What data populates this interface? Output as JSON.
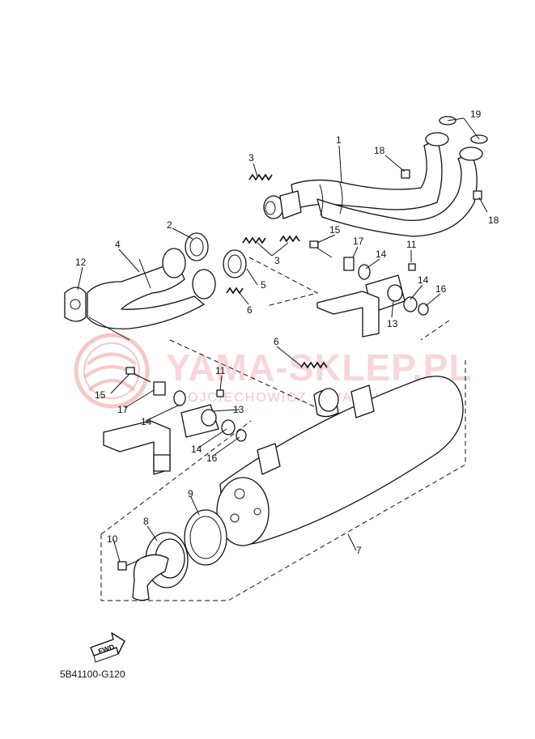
{
  "diagram_code": "5B41100-G120",
  "fwd_label": "FWD",
  "watermark": {
    "main": "YAMA-SKLEP.PL",
    "sub": "WOJCIECHOWICZ ... YAMAHA"
  },
  "callouts": [
    {
      "id": "c1",
      "text": "1"
    },
    {
      "id": "c19",
      "text": "19"
    },
    {
      "id": "c18a",
      "text": "18"
    },
    {
      "id": "c18b",
      "text": "18"
    },
    {
      "id": "c3a",
      "text": "3"
    },
    {
      "id": "c3b",
      "text": "3"
    },
    {
      "id": "c2",
      "text": "2"
    },
    {
      "id": "c4",
      "text": "4"
    },
    {
      "id": "c12",
      "text": "12"
    },
    {
      "id": "c5",
      "text": "5"
    },
    {
      "id": "c6a",
      "text": "6"
    },
    {
      "id": "c6b",
      "text": "6"
    },
    {
      "id": "c15a",
      "text": "15"
    },
    {
      "id": "c17a",
      "text": "17"
    },
    {
      "id": "c14a",
      "text": "14"
    },
    {
      "id": "c11a",
      "text": "11"
    },
    {
      "id": "c14b",
      "text": "14"
    },
    {
      "id": "c16a",
      "text": "16"
    },
    {
      "id": "c13a",
      "text": "13"
    },
    {
      "id": "c15b",
      "text": "15"
    },
    {
      "id": "c11b",
      "text": "11"
    },
    {
      "id": "c17b",
      "text": "17"
    },
    {
      "id": "c13b",
      "text": "13"
    },
    {
      "id": "c14c",
      "text": "14"
    },
    {
      "id": "c14d",
      "text": "14"
    },
    {
      "id": "c16b",
      "text": "16"
    },
    {
      "id": "c9",
      "text": "9"
    },
    {
      "id": "c8",
      "text": "8"
    },
    {
      "id": "c10",
      "text": "10"
    },
    {
      "id": "c7",
      "text": "7"
    }
  ]
}
